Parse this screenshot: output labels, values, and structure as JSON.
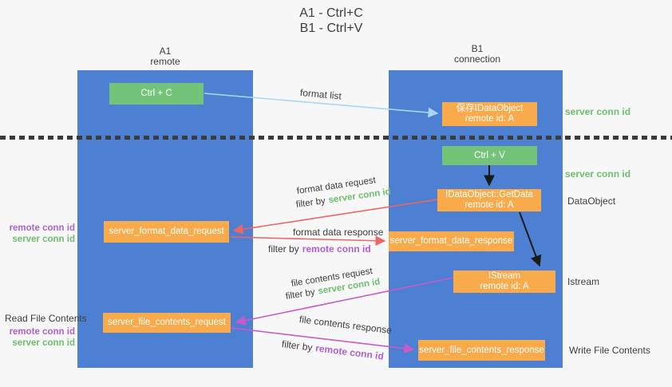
{
  "title": {
    "line1": "A1 - Ctrl+C",
    "line2": "B1 - Ctrl+V"
  },
  "lifelines": {
    "a1": {
      "name": "A1",
      "role": "remote"
    },
    "b1": {
      "name": "B1",
      "role": "connection"
    }
  },
  "boxes": {
    "ctrl_c": {
      "label": "Ctrl + C"
    },
    "ctrl_v": {
      "label": "Ctrl + V"
    },
    "save_dataobject": {
      "line1": "保存IDataObject",
      "line2": "remote id: A"
    },
    "getdata": {
      "line1": "IDataObject::GetData",
      "line2": "remote id: A"
    },
    "istream": {
      "line1": "IStream",
      "line2": "remote id: A"
    },
    "format_request": {
      "label": "server_format_data_request"
    },
    "format_response": {
      "label": "server_format_data_response"
    },
    "file_request": {
      "label": "server_file_contents_request"
    },
    "file_response": {
      "label": "server_file_contents_response"
    }
  },
  "arrows": {
    "format_list": {
      "label": "format list"
    },
    "format_request": {
      "label": "format data request",
      "filter_prefix": "filter by",
      "filter_key": "server conn id"
    },
    "format_response": {
      "label": "format data response",
      "filter_prefix": "filter by",
      "filter_key": "remote conn id"
    },
    "file_request": {
      "label": "file contents request",
      "filter_prefix": "filter by",
      "filter_key": "server conn id"
    },
    "file_response": {
      "label": "file contents response",
      "filter_prefix": "filter by",
      "filter_key": "remote conn id"
    }
  },
  "annotations": {
    "right_server_conn_top": "server conn id",
    "right_server_conn_mid": "server conn id",
    "dataobject": "DataObject",
    "istream": "Istream",
    "write_file_contents": "Write File Contents",
    "read_file_contents": "Read File Contents",
    "left_top": {
      "remote": "remote conn id",
      "server": "server conn id"
    },
    "left_bottom": {
      "remote": "remote conn id",
      "server": "server conn id"
    }
  },
  "colors": {
    "background": "#f7f7f8",
    "column_blue": "#4d80d2",
    "green_box": "#73c378",
    "orange_box": "#f9ab4b",
    "green_text": "#6dbf6d",
    "purple_text": "#b15fd2",
    "red_arrow": "#ee6565",
    "magenta_arrow": "#c75bc7",
    "lightblue_arrow": "#a9d6f5",
    "black_arrow": "#1a1a1a",
    "divider": "#3b3b3b"
  }
}
